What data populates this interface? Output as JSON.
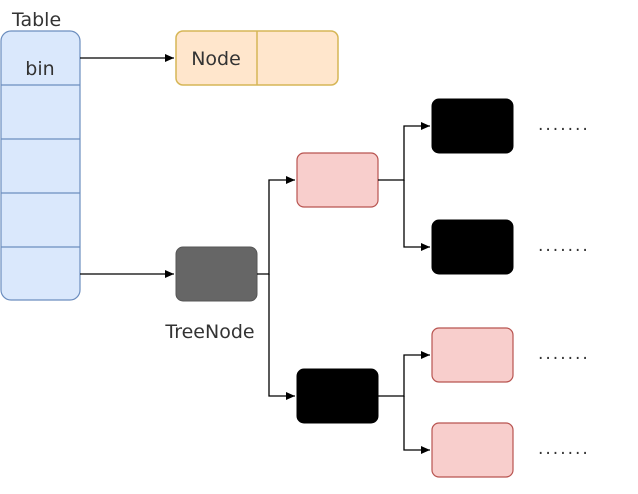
{
  "labels": {
    "table": "Table",
    "bin": "bin",
    "node": "Node",
    "tree_node": "TreeNode",
    "ellipsis": "......."
  },
  "colors": {
    "table_fill": "#dae8fc",
    "table_stroke": "#6c8ebf",
    "node_fill": "#ffe6cc",
    "node_stroke": "#d6b656",
    "red_fill": "#f8cecc",
    "red_stroke": "#b85450",
    "black_fill": "#000000",
    "tree_root_fill": "#666666",
    "edge": "#000000"
  },
  "tree": {
    "root_color": "dark-gray",
    "level1": [
      {
        "color": "red",
        "children": [
          "black",
          "black"
        ]
      },
      {
        "color": "black",
        "children": [
          "red",
          "red"
        ]
      }
    ]
  }
}
